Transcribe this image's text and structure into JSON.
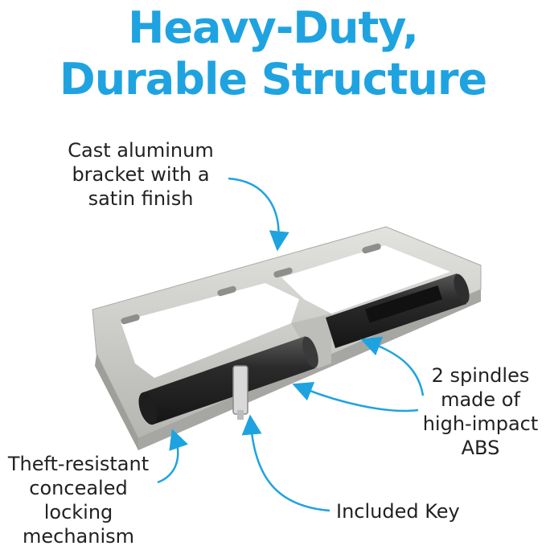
{
  "headline": {
    "line1": "Heavy-Duty,",
    "line2": "Durable Structure"
  },
  "callouts": {
    "bracket": [
      "Cast aluminum",
      "bracket with a",
      "satin finish"
    ],
    "spindles": [
      "2 spindles",
      "made of",
      "high-impact",
      "ABS"
    ],
    "theft": [
      "Theft-resistant",
      "concealed",
      "locking",
      "mechanism"
    ],
    "key": "Included Key"
  },
  "colors": {
    "accent": "#1fa3e0",
    "text": "#222222",
    "bracket": "#c9c9c6",
    "spindle": "#2a2a2a"
  }
}
